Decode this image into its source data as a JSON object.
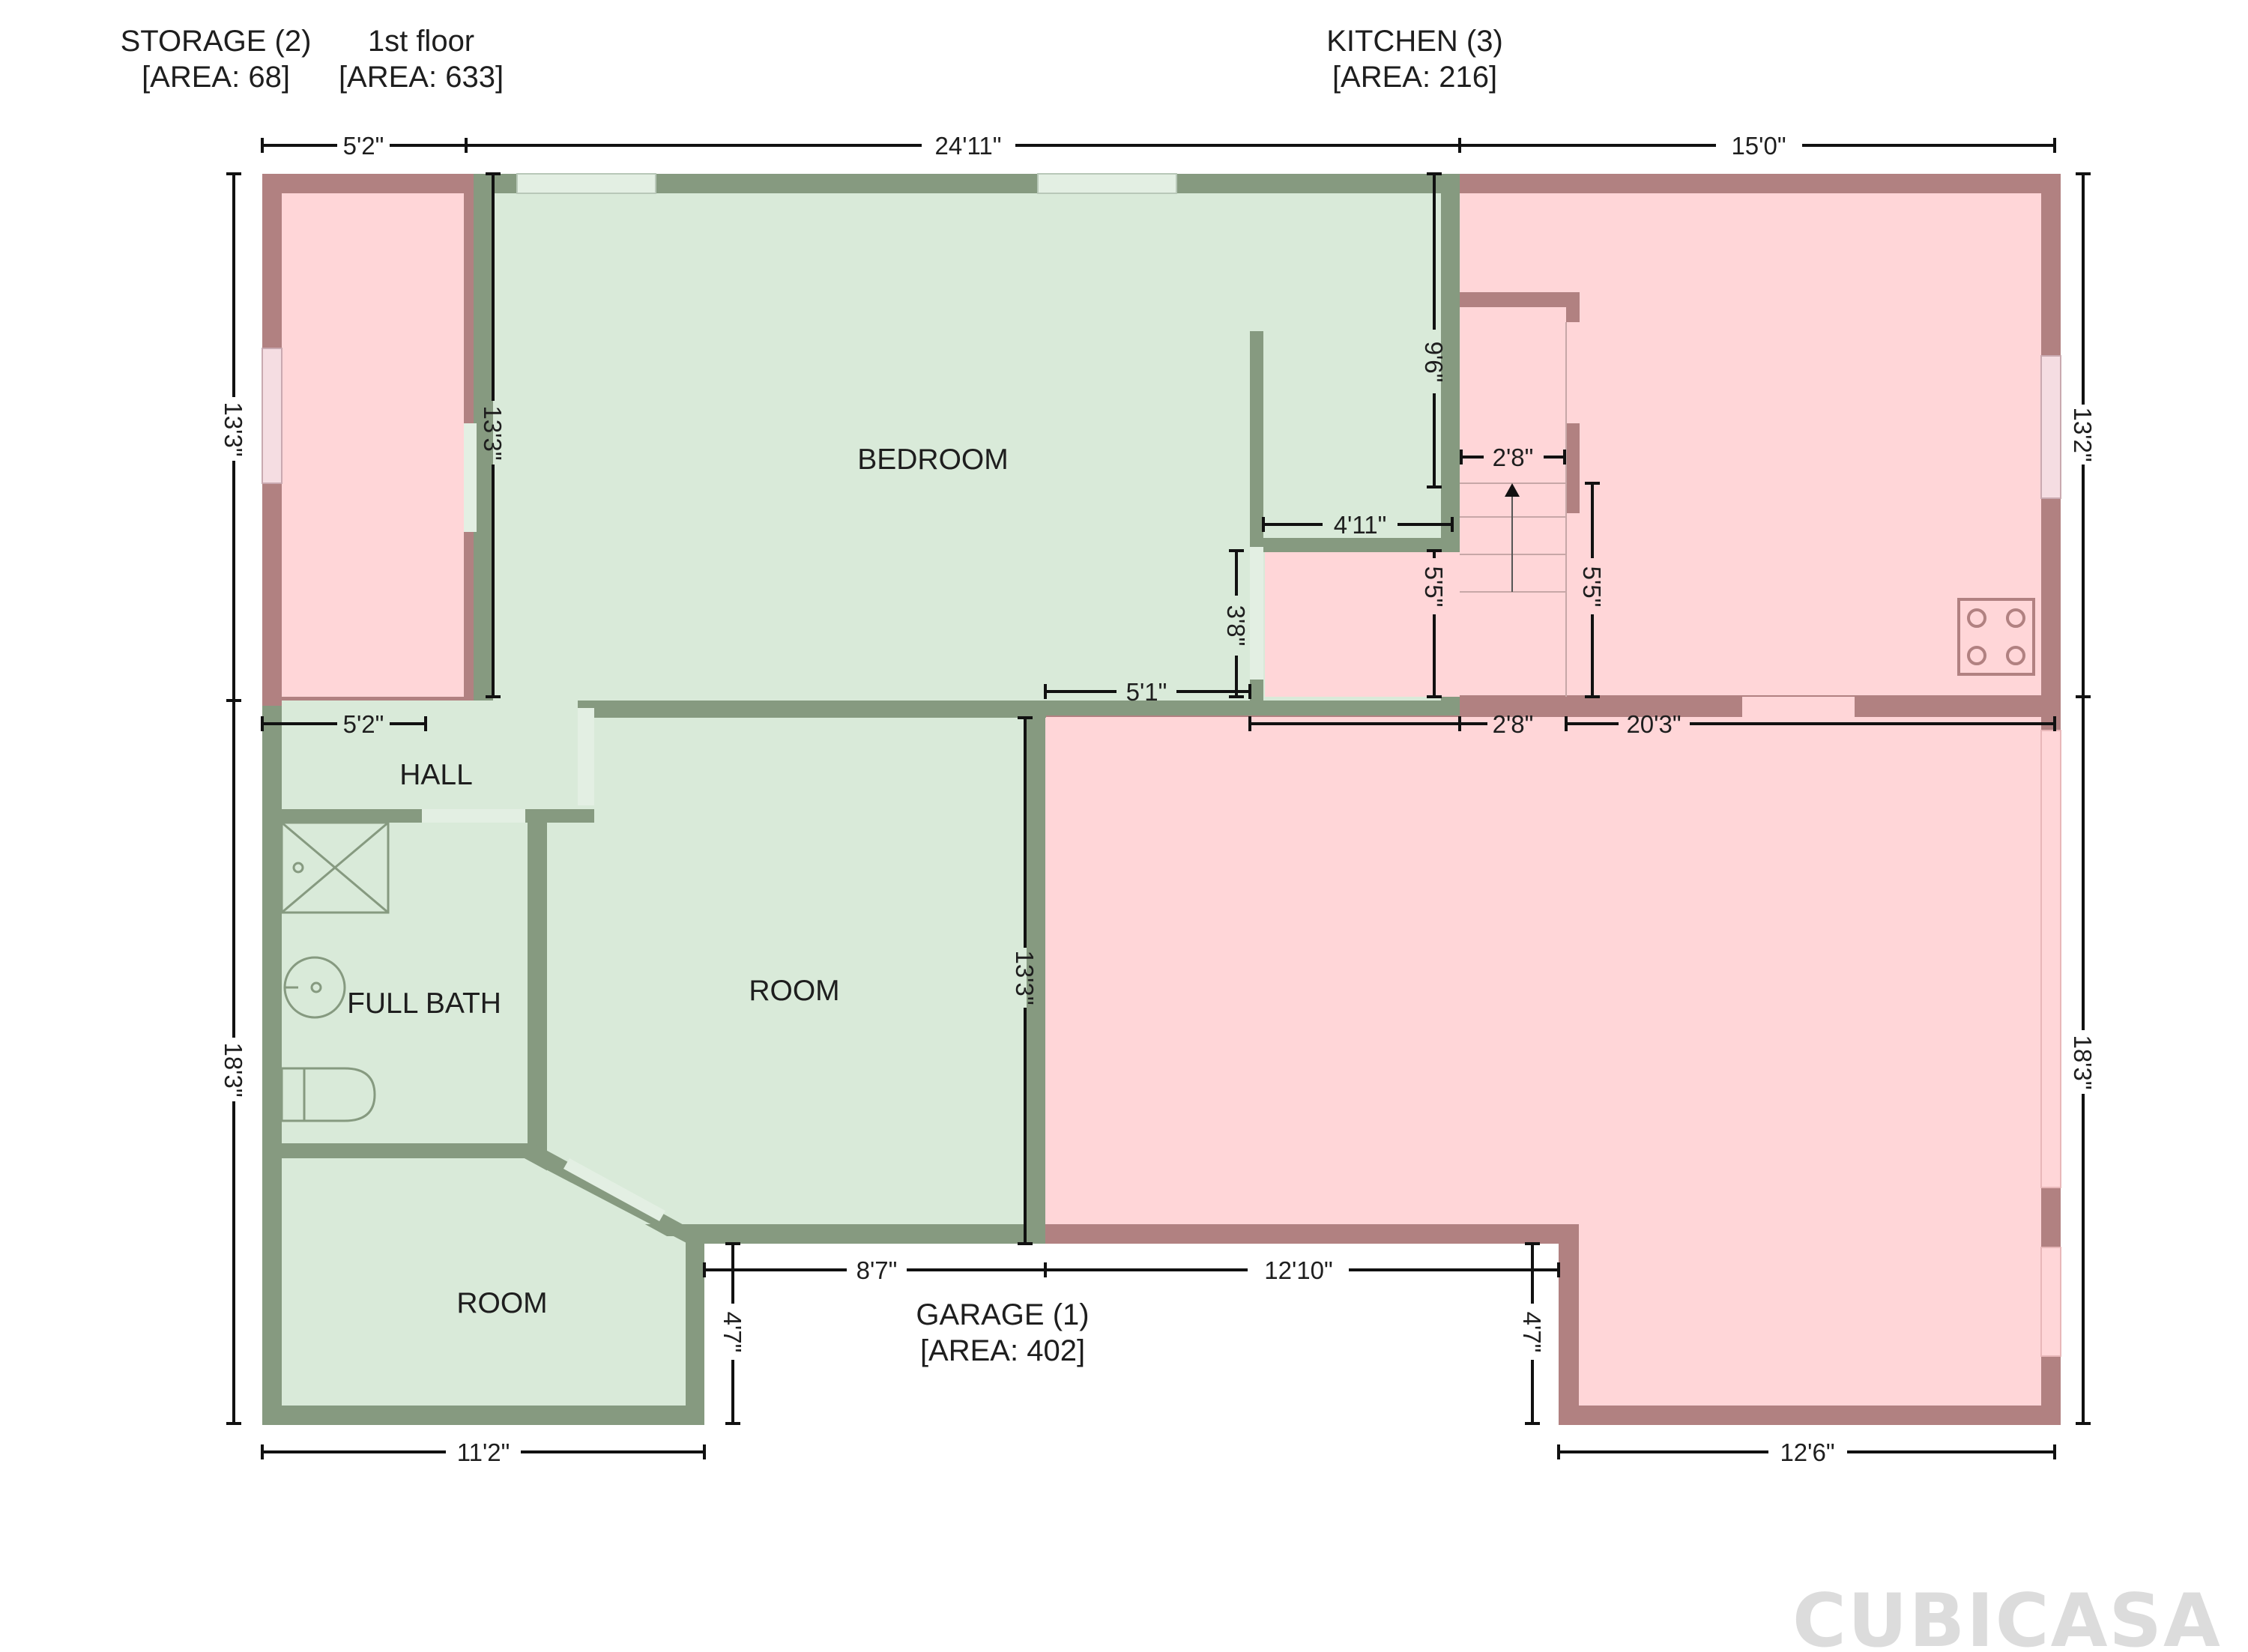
{
  "areas": [
    {
      "name": "STORAGE (2)",
      "area": "[AREA: 68]"
    },
    {
      "name": "1st floor",
      "area": "[AREA: 633]"
    },
    {
      "name": "KITCHEN (3)",
      "area": "[AREA: 216]"
    },
    {
      "name": "GARAGE (1)",
      "area": "[AREA: 402]"
    }
  ],
  "rooms": {
    "bedroom": "BEDROOM",
    "hall": "HALL",
    "full_bath": "FULL BATH",
    "room_center": "ROOM",
    "room_bottom": "ROOM"
  },
  "dimensions": {
    "top_storage": "5'2\"",
    "top_floor": "24'11\"",
    "top_kitchen": "15'0\"",
    "left_upper": "13'3\"",
    "left_lower": "18'3\"",
    "right_upper": "13'2\"",
    "right_lower": "18'3\"",
    "storage_inner_h": "13'3\"",
    "storage_inner_w": "5'2\"",
    "closet_h": "9'6\"",
    "closet_w": "4'11\"",
    "stair_w": "2'8\"",
    "stair_h_left": "5'5\"",
    "stair_h_right": "5'5\"",
    "hall_step_h": "3'8\"",
    "hall_step_w": "5'1\"",
    "mid_stair_w": "2'8\"",
    "mid_garage_w": "20'3\"",
    "room_h": "13'3\"",
    "bottom_room_w": "11'2\"",
    "notch_left": "8'7\"",
    "notch_right": "12'10\"",
    "notch_h_left": "4'7\"",
    "notch_h_right": "4'7\"",
    "garage_bottom_w": "12'6\""
  },
  "colors": {
    "living_fill": "#d9ead9",
    "living_wall": "#869a80",
    "other_fill": "#ffd6d8",
    "other_wall": "#b18181",
    "window_fill": "#e3efe3"
  },
  "logo": "CUBICASA"
}
